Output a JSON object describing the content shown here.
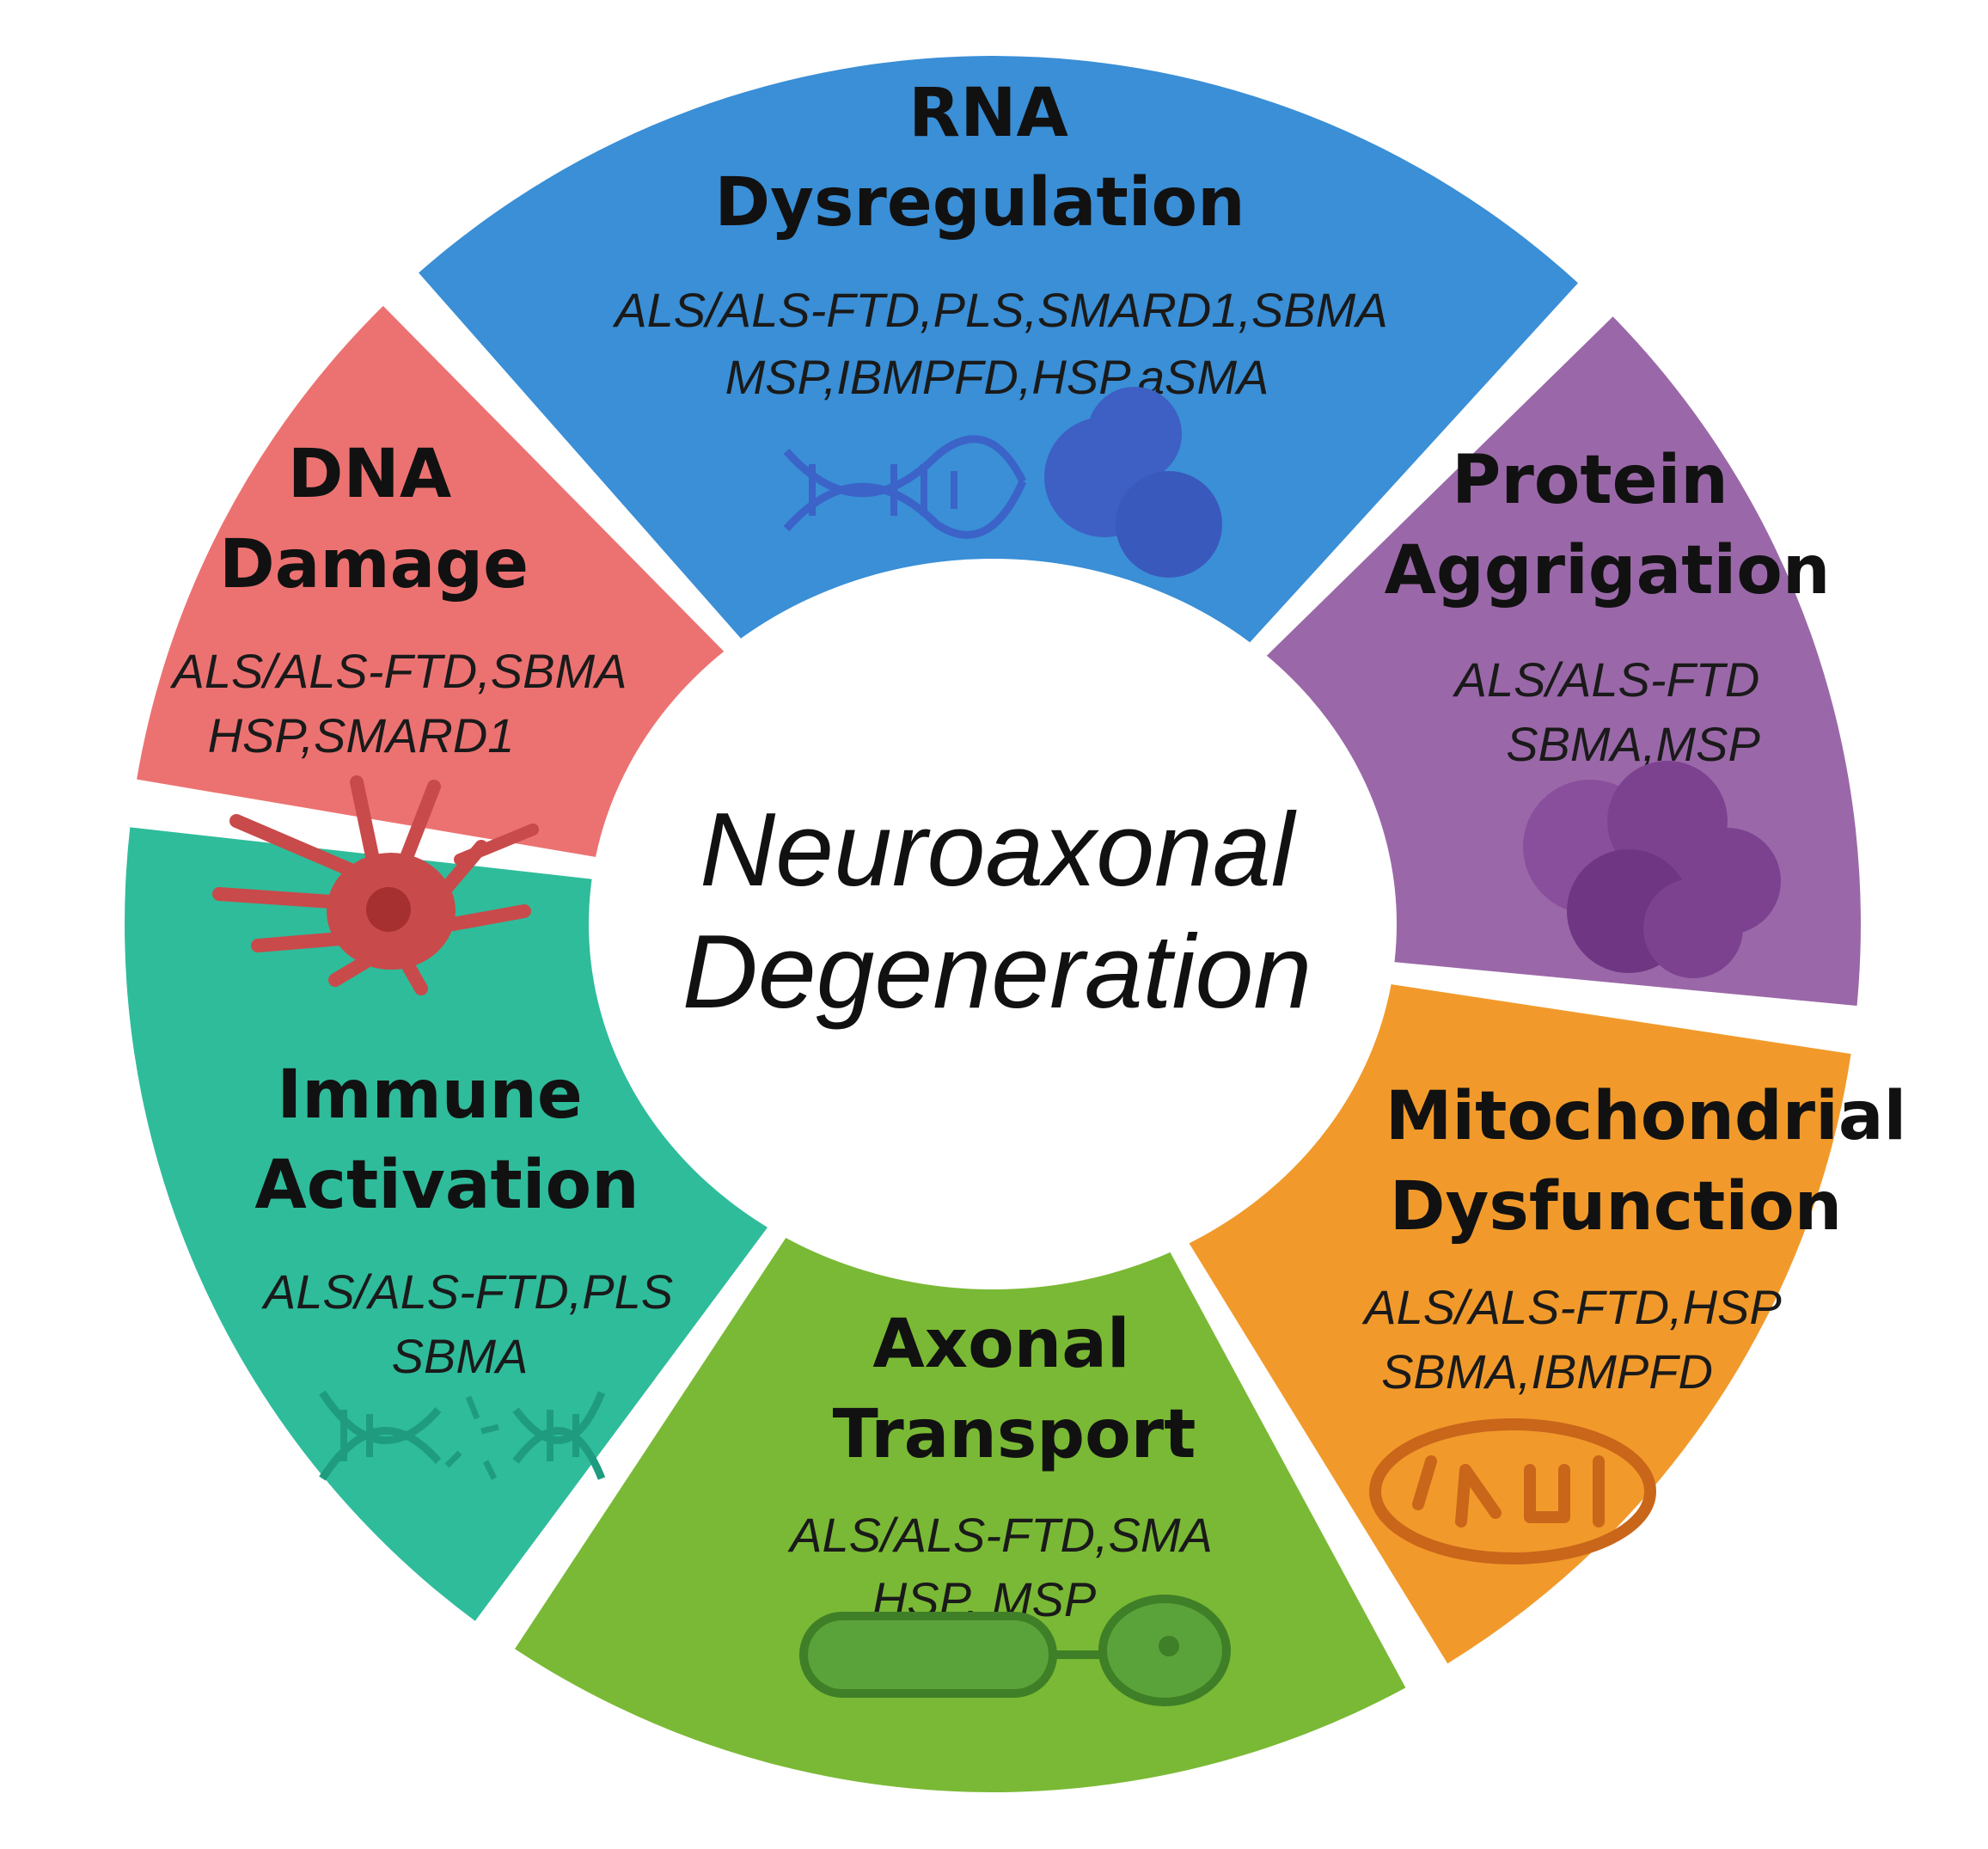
{
  "center": {
    "line1": "Neuroaxonal",
    "line2": "Degeneration"
  },
  "segments": [
    {
      "id": "rna",
      "title1": "RNA",
      "title2": "Dysregulation",
      "disease1": "ALS/ALS-FTD,PLS,SMARD1,SBMA",
      "disease2": "MSP,IBMPFD,HSP,aSMA",
      "color": "#3a8fd6",
      "icon": "dna-and-protein-icon"
    },
    {
      "id": "protein",
      "title1": "Protein",
      "title2": "Aggrigation",
      "disease1": "ALS/ALS-FTD",
      "disease2": "SBMA,MSP",
      "color": "#9a68a8",
      "icon": "protein-aggregate-icon"
    },
    {
      "id": "mito",
      "title1": "Mitochondrial",
      "title2": "Dysfunction",
      "disease1": "ALS/ALS-FTD,HSP",
      "disease2": "SBMA,IBMPFD",
      "color": "#f19a2b",
      "icon": "mitochondrion-icon"
    },
    {
      "id": "axonal",
      "title1": "Axonal",
      "title2": "Transport",
      "disease1": "ALS/ALS-FTD,SMA",
      "disease2": "HSP, MSP",
      "color": "#7ab935",
      "icon": "axon-transport-icon"
    },
    {
      "id": "immune",
      "title1": "Immune",
      "title2": "Activation",
      "disease1": "ALS/ALS-FTD,PLS",
      "disease2": "SBMA",
      "color": "#2fbc9b",
      "icon": "broken-dna-icon"
    },
    {
      "id": "dna",
      "title1": "DNA",
      "title2": "Damage",
      "disease1": "ALS/ALS-FTD,SBMA",
      "disease2": "HSP,SMARD1",
      "color": "#ec7272",
      "icon": "damaged-neuron-icon"
    }
  ]
}
